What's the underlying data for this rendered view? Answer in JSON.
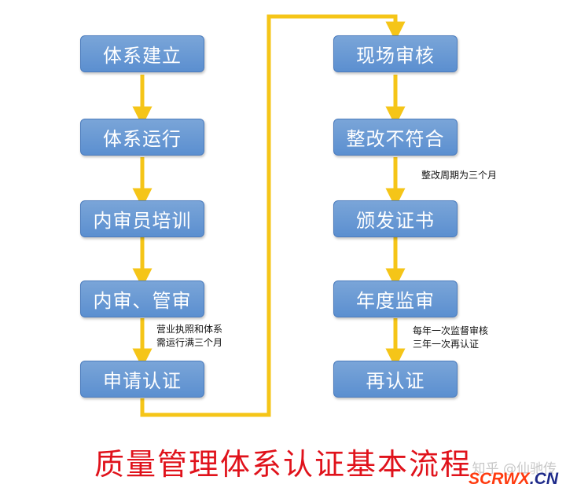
{
  "left_column": [
    {
      "label": "体系建立"
    },
    {
      "label": "体系运行"
    },
    {
      "label": "内审员培训"
    },
    {
      "label": "内审、管审"
    },
    {
      "label": "申请认证"
    }
  ],
  "right_column": [
    {
      "label": "现场审核"
    },
    {
      "label": "整改不符合"
    },
    {
      "label": "颁发证书"
    },
    {
      "label": "年度监审"
    },
    {
      "label": "再认证"
    }
  ],
  "notes": {
    "left_4_to_5": "营业执照和体系\n需运行满三个月",
    "right_2_to_3": "整改周期为三个月",
    "right_4_to_5": "每年一次监督审核\n三年一次再认证"
  },
  "title": "质量管理体系认证基本流程",
  "watermark": {
    "text_cn": "知乎 @仙驰传",
    "logo_main": "SCRWX",
    "logo_suffix": ".CN"
  },
  "colors": {
    "box_fill": "#5b8fd0",
    "connector": "#f5c518",
    "title": "#e0121b"
  }
}
